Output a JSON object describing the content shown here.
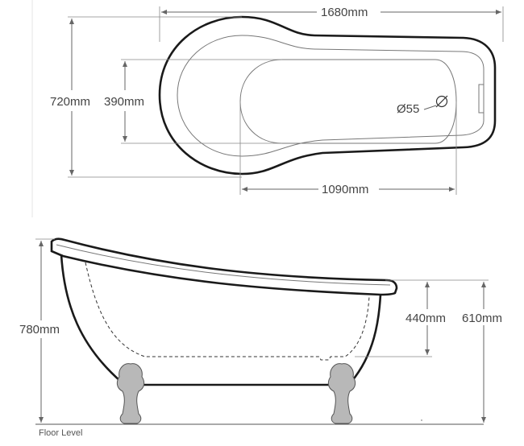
{
  "top_view": {
    "length_label": "1680mm",
    "width_label": "720mm",
    "inner_width_label": "390mm",
    "inner_length_label": "1090mm",
    "drain_label": "Ø55"
  },
  "side_view": {
    "height_label": "780mm",
    "depth_label": "440mm",
    "rim_height_label": "610mm",
    "floor_label": "Floor Level"
  }
}
